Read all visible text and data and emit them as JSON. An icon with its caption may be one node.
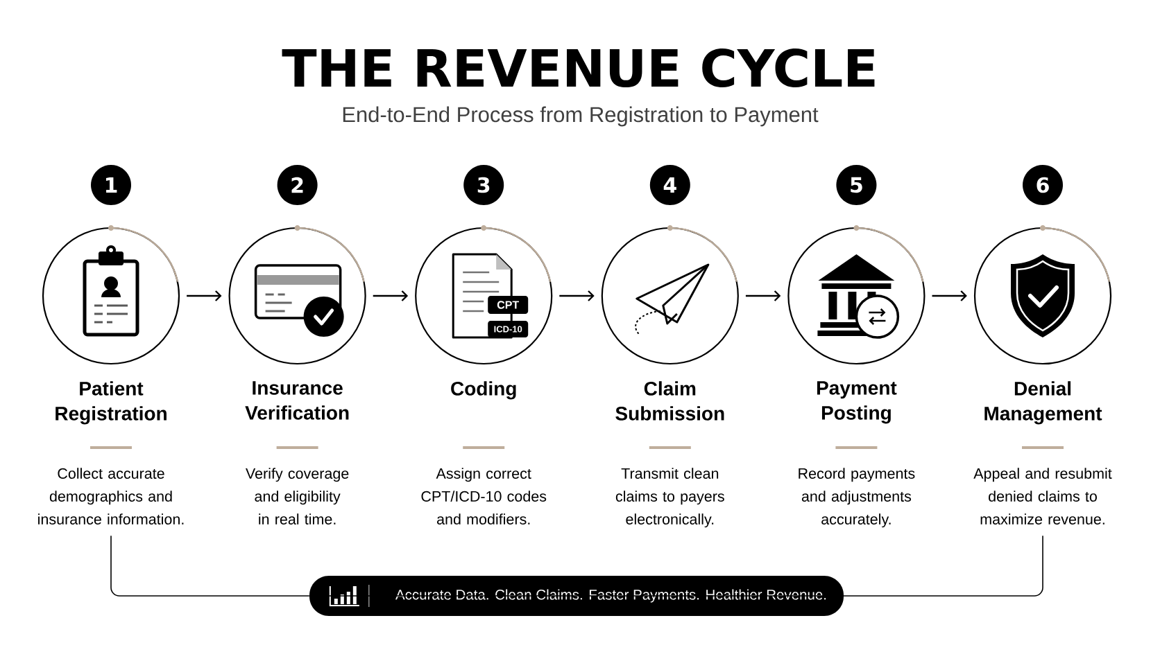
{
  "diagram": {
    "title": "THE REVENUE CYCLE",
    "nodes": [
      {
        "text": [
          "1",
          "Patient Registration",
          "Collect accurate demographics and insurance information."
        ]
      },
      {
        "text": [
          "2",
          "Insurance Verification",
          "Verify coverage and eligibility in real time."
        ]
      },
      {
        "text": [
          "3",
          "Coding",
          "Assign correct CPT/ICD-10 codes and modifiers."
        ]
      },
      {
        "text": [
          "4",
          "Claim Submission",
          "Transmit clean claims to payers electronically."
        ]
      },
      {
        "text": [
          "5",
          "Payment Posting",
          "Record payments and adjustments accurately."
        ]
      },
      {
        "text": [
          "6",
          "Denial Management",
          "Appeal and resubmit denied claims to maximize revenue."
        ]
      },
      {
        "text": [
          "Accurate Data. Clean Claims. Faster Payments. Healthier Revenue."
        ]
      }
    ],
    "edges": [
      {
        "from": 0,
        "to": 1,
        "arrow": "to"
      },
      {
        "from": 1,
        "to": 2,
        "arrow": "to"
      },
      {
        "from": 2,
        "to": 3,
        "arrow": "to"
      },
      {
        "from": 3,
        "to": 4,
        "arrow": "to"
      },
      {
        "from": 4,
        "to": 5,
        "arrow": "to"
      },
      {
        "from": 0,
        "to": 6,
        "arrow": "none"
      },
      {
        "from": 5,
        "to": 6,
        "arrow": "none"
      }
    ],
    "labels": [
      "End-to-End Process from Registration to Payment",
      "CPT",
      "ICD-10"
    ]
  }
}
